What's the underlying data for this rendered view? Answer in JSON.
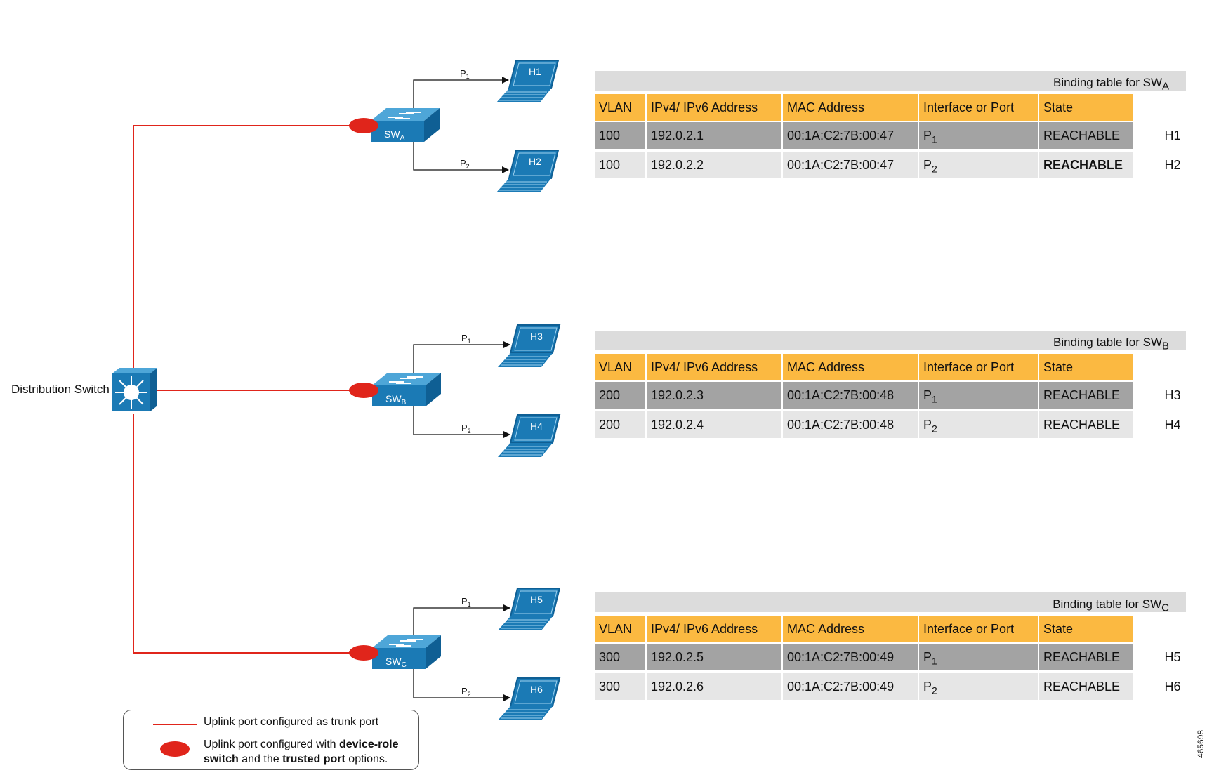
{
  "distribution_switch": {
    "label": "Distribution Switch"
  },
  "switches": [
    {
      "name": "SW",
      "sub": "A"
    },
    {
      "name": "SW",
      "sub": "B"
    },
    {
      "name": "SW",
      "sub": "C"
    }
  ],
  "ports": {
    "p1": "P",
    "p1_sub": "1",
    "p2": "P",
    "p2_sub": "2"
  },
  "hosts": [
    "H1",
    "H2",
    "H3",
    "H4",
    "H5",
    "H6"
  ],
  "tables": [
    {
      "title": "Binding table for SW",
      "title_sub": "A",
      "headers": [
        "VLAN",
        "IPv4/ IPv6 Address",
        "MAC Address",
        "Interface or Port",
        "State"
      ],
      "rows": [
        {
          "vlan": "100",
          "ip": "192.0.2.1",
          "mac": "00:1A:C2:7B:00:47",
          "port": "P",
          "port_sub": "1",
          "state": "REACHABLE",
          "host": "H1"
        },
        {
          "vlan": "100",
          "ip": "192.0.2.2",
          "mac": "00:1A:C2:7B:00:47",
          "port": "P",
          "port_sub": "2",
          "state": "REACHABLE",
          "host": "H2"
        }
      ]
    },
    {
      "title": "Binding table for SW",
      "title_sub": "B",
      "headers": [
        "VLAN",
        "IPv4/ IPv6 Address",
        "MAC Address",
        "Interface or Port",
        "State"
      ],
      "rows": [
        {
          "vlan": "200",
          "ip": "192.0.2.3",
          "mac": "00:1A:C2:7B:00:48",
          "port": "P",
          "port_sub": "1",
          "state": "REACHABLE",
          "host": "H3"
        },
        {
          "vlan": "200",
          "ip": "192.0.2.4",
          "mac": "00:1A:C2:7B:00:48",
          "port": "P",
          "port_sub": "2",
          "state": "REACHABLE",
          "host": "H4"
        }
      ]
    },
    {
      "title": "Binding table for SW",
      "title_sub": "C",
      "headers": [
        "VLAN",
        "IPv4/ IPv6 Address",
        "MAC Address",
        "Interface or Port",
        "State"
      ],
      "rows": [
        {
          "vlan": "300",
          "ip": "192.0.2.5",
          "mac": "00:1A:C2:7B:00:49",
          "port": "P",
          "port_sub": "1",
          "state": "REACHABLE",
          "host": "H5"
        },
        {
          "vlan": "300",
          "ip": "192.0.2.6",
          "mac": "00:1A:C2:7B:00:49",
          "port": "P",
          "port_sub": "2",
          "state": "REACHABLE",
          "host": "H6"
        }
      ]
    }
  ],
  "legend": {
    "trunk": "Uplink port configured as trunk port",
    "trusted_a": "Uplink port configured with ",
    "trusted_b": "device-role",
    "trusted_c": "switch",
    "trusted_d": " and the ",
    "trusted_e": "trusted port",
    "trusted_f": " options."
  },
  "figure_id": "465698",
  "colors": {
    "uplink": "#e0251b",
    "device": "#1b7ab5",
    "header": "#fbb941",
    "row_dark": "#a3a3a3",
    "row_light": "#e6e6e6",
    "title_bar": "#dcdcdc"
  }
}
